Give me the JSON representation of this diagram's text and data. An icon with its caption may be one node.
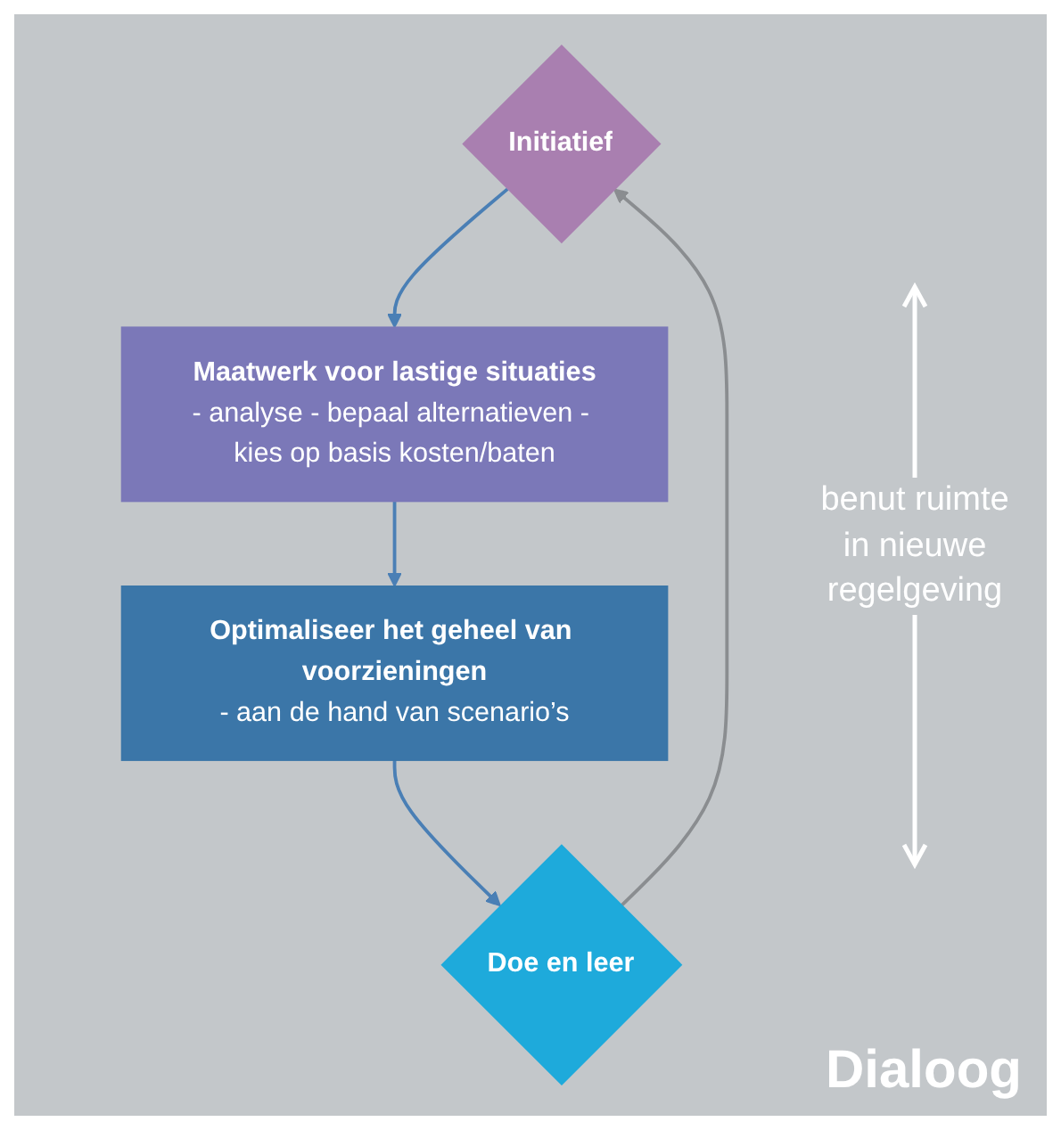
{
  "diagram": {
    "nodes": [
      {
        "text": [
          "Initiatief"
        ]
      },
      {
        "text": [
          "Maatwerk voor lastige situaties",
          "- analyse - bepaal alternatieven - kies op basis kosten/baten"
        ]
      },
      {
        "text": [
          "Optimaliseer het geheel van voorzieningen",
          "- aan de hand van scenario’s"
        ]
      },
      {
        "text": [
          "Doe en leer"
        ]
      }
    ],
    "edges": [
      {
        "from": 0,
        "to": 1,
        "arrow": "to"
      },
      {
        "from": 1,
        "to": 2,
        "arrow": "to"
      },
      {
        "from": 2,
        "to": 3,
        "arrow": "to"
      },
      {
        "from": 3,
        "to": 0,
        "arrow": "to",
        "color": "#8a8d90"
      }
    ],
    "labels": [
      "benut ruimte in nieuwe regelgeving",
      "Dialoog"
    ]
  }
}
